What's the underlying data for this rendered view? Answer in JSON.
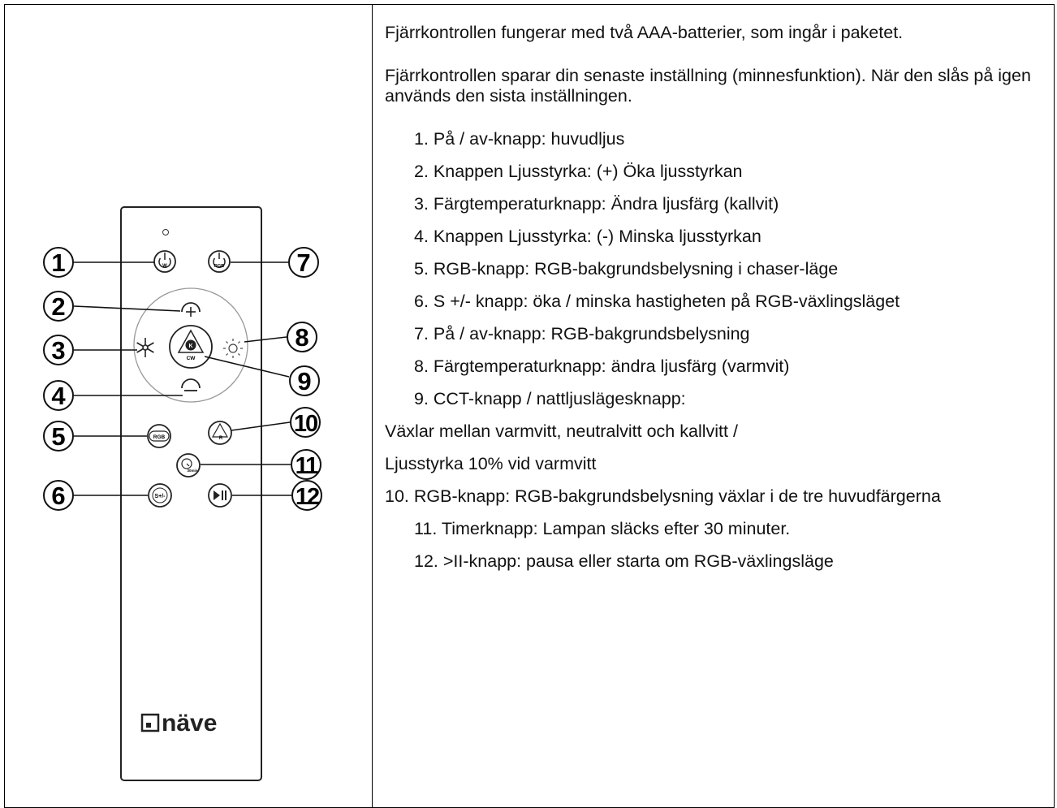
{
  "intro": [
    "Fjärrkontrollen fungerar med två AAA-batterier, som ingår i paketet.",
    "Fjärrkontrollen sparar din senaste inställning (minnesfunktion). När den slås på igen används den sista inställningen."
  ],
  "items": [
    "1. På / av-knapp: huvudljus",
    "2. Knappen Ljusstyrka: (+) Öka ljusstyrkan",
    "3. Färgtemperaturknapp: Ändra ljusfärg (kallvit)",
    "4. Knappen Ljusstyrka: (-) Minska ljusstyrkan",
    "5. RGB-knapp: RGB-bakgrundsbelysning i chaser-läge",
    "6. S +/- knapp: öka / minska hastigheten på RGB-växlingsläget",
    "7. På / av-knapp: RGB-bakgrundsbelysning",
    "8. Färgtemperaturknapp: ändra ljusfärg (varmvit)",
    "9. CCT-knapp / nattljuslägesknapp:",
    "Växlar mellan varmvitt, neutralvitt och kallvitt /",
    "Ljusstyrka 10% vid varmvitt",
    "10. RGB-knapp: RGB-bakgrundsbelysning växlar i de tre huvudfärgerna",
    "11. Timerknapp: Lampan släcks efter 30 minuter.",
    "12. >II-knapp: pausa eller starta om RGB-växlingsläge"
  ],
  "remote": {
    "brand": "näve",
    "callouts": [
      "1",
      "2",
      "3",
      "4",
      "5",
      "6",
      "7",
      "8",
      "9",
      "10",
      "11",
      "12"
    ],
    "button_labels": {
      "power_main": "W",
      "power_rgb": "RGB",
      "rgb_chaser": "RGB",
      "speed": "S+/-",
      "cct_bottom": "CW",
      "cct_center": "K",
      "timer": "30min",
      "rgb_cycle": "R"
    },
    "icons": [
      "power-icon",
      "plus-icon",
      "snowflake-icon",
      "sun-icon",
      "minus-icon",
      "play-pause-icon",
      "timer-icon",
      "triangle-cycle-icon"
    ]
  }
}
